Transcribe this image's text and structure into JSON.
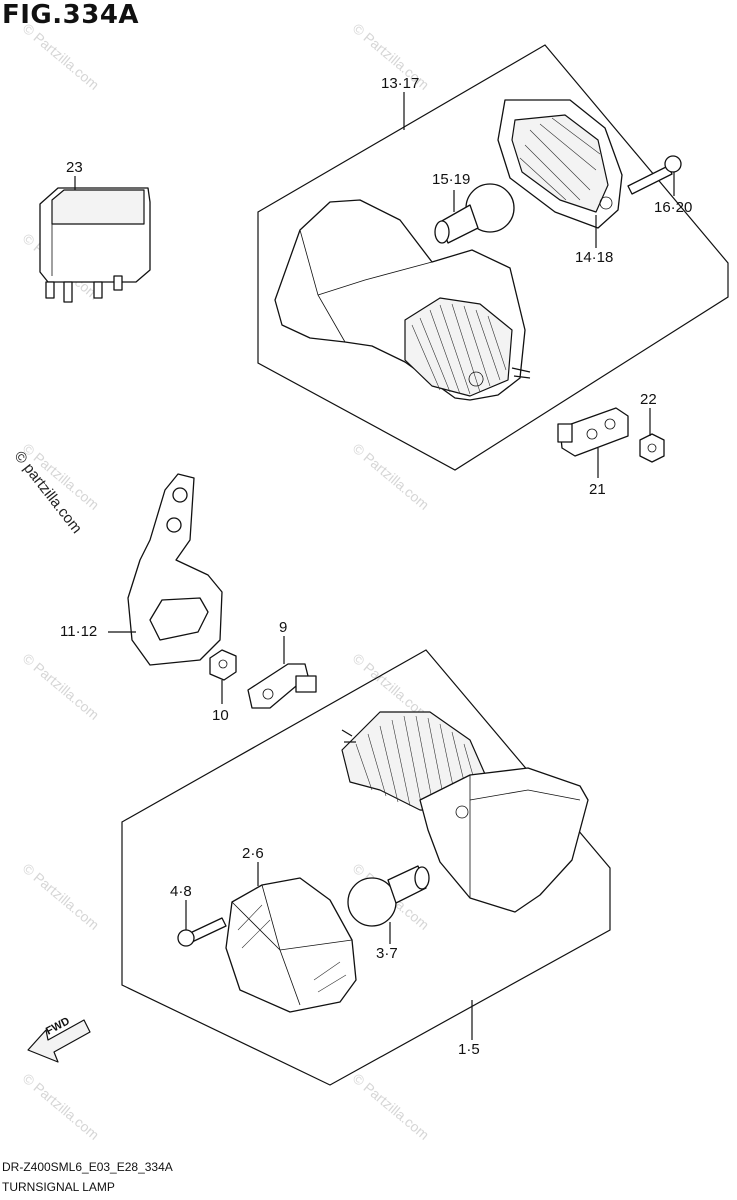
{
  "figure": {
    "title": "FIG.334A"
  },
  "parts": [
    {
      "id": "p13-17",
      "label": "13·17"
    },
    {
      "id": "p23",
      "label": "23"
    },
    {
      "id": "p15-19",
      "label": "15·19"
    },
    {
      "id": "p14-18",
      "label": "14·18"
    },
    {
      "id": "p16-20",
      "label": "16·20"
    },
    {
      "id": "p22",
      "label": "22"
    },
    {
      "id": "p21",
      "label": "21"
    },
    {
      "id": "p11-12",
      "label": "11·12"
    },
    {
      "id": "p9",
      "label": "9"
    },
    {
      "id": "p10",
      "label": "10"
    },
    {
      "id": "p2-6",
      "label": "2·6"
    },
    {
      "id": "p4-8",
      "label": "4·8"
    },
    {
      "id": "p3-7",
      "label": "3·7"
    },
    {
      "id": "p1-5",
      "label": "1·5"
    }
  ],
  "fwd_arrow": {
    "label": "FWD"
  },
  "copyright_side": "© partzilla.com",
  "watermark": {
    "text": "© Partzilla.com"
  },
  "footer": {
    "code": "DR-Z400SML6_E03_E28_334A",
    "name": "TURNSIGNAL LAMP"
  },
  "colors": {
    "line": "#111111",
    "watermark": "#d6d6d6",
    "background": "#ffffff"
  }
}
